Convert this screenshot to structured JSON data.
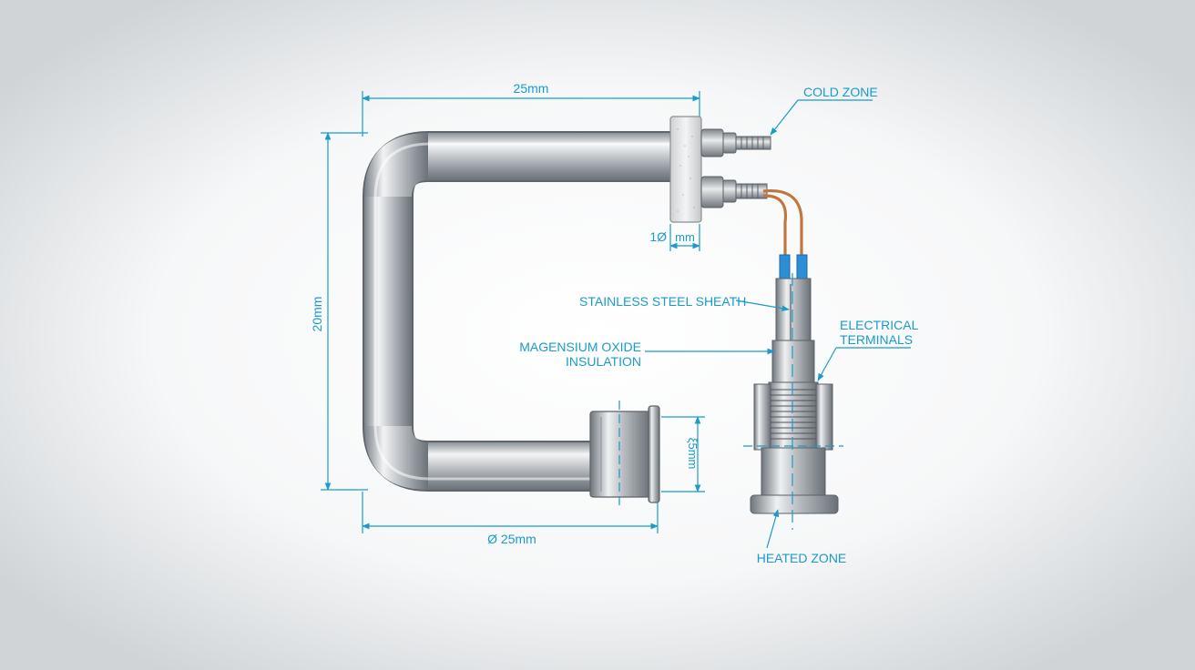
{
  "colors": {
    "accent": "#1a9bc9",
    "background_center": "#ffffff",
    "background_edge": "#d3d7da",
    "steel_light": "#f4f5f6",
    "steel_dark": "#7f868c",
    "copper": "#c0773f",
    "wire_insulation": "#2c8fd6"
  },
  "dimensions": {
    "top_width": "25mm",
    "left_height": "20mm",
    "bottom_diameter": "Ø 25mm",
    "terminal_gap": "1Ø",
    "terminal_gap_unit": "mm",
    "outlet_size": "ξ5mm"
  },
  "labels": {
    "cold_zone": "COLD ZONE",
    "stainless_steel_sheath": "STAINLESS STEEL SHEATH",
    "electrical_terminals_line1": "ELECTRICAL",
    "electrical_terminals_line2": "TERMINALS",
    "magnesium_oxide_line1": "MAGENSIUM OXIDE",
    "magnesium_oxide_line2": "INSULATION",
    "heated_zone": "HEATED ZONE"
  },
  "icons": [
    "u-tube-heater",
    "terminal-block",
    "threaded-terminal",
    "lead-wires",
    "cross-section-fitting"
  ]
}
